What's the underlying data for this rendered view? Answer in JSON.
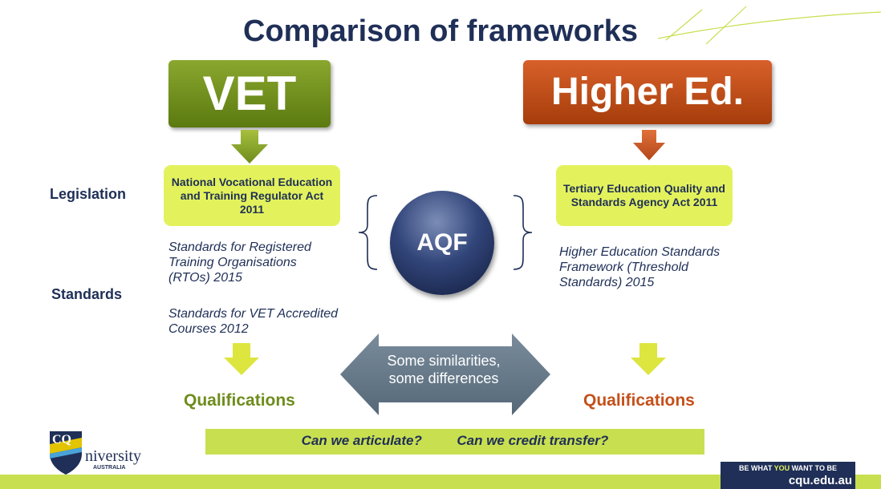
{
  "title": "Comparison of frameworks",
  "vet": {
    "heading": "VET",
    "legislation_box": "National Vocational Education and Training Regulator Act 2011",
    "standards": [
      "Standards for Registered Training Organisations (RTOs) 2015",
      "Standards for VET Accredited Courses 2012"
    ],
    "qualifications": "Qualifications"
  },
  "higher_ed": {
    "heading": "Higher Ed.",
    "legislation_box": "Tertiary Education Quality and Standards Agency Act 2011",
    "standards": "Higher Education Standards Framework (Threshold Standards) 2015",
    "qualifications": "Qualifications"
  },
  "row_labels": {
    "legislation": "Legislation",
    "standards": "Standards"
  },
  "aqf": "AQF",
  "similarities": "Some similarities, some differences",
  "bottom_bar": {
    "q1": "Can we articulate?",
    "q2": "Can we credit transfer?"
  },
  "logo": {
    "cq": "CQ",
    "university": "niversity",
    "country": "AUSTRALIA"
  },
  "footer": {
    "tagline_prefix": "BE WHAT ",
    "tagline_highlight": "YOU",
    "tagline_suffix": " WANT TO BE",
    "url": "cqu.edu.au"
  },
  "colors": {
    "navy": "#1f2f57",
    "vet_green": "#6e8c1c",
    "he_orange": "#c4501a",
    "lime": "#e3f25c",
    "arrow_grey": "#637688"
  }
}
